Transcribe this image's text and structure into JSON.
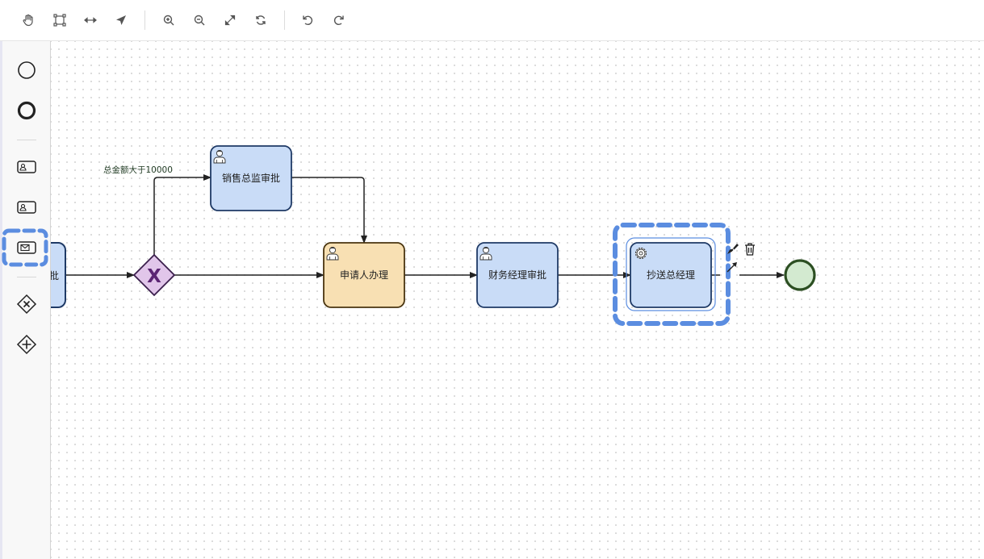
{
  "toolbar": {
    "tools": [
      "hand-tool",
      "lasso-tool",
      "space-tool",
      "global-connect-tool"
    ],
    "zoom": [
      "zoom-in",
      "zoom-out",
      "fit-view",
      "reset-view"
    ],
    "history": [
      "undo",
      "redo"
    ]
  },
  "palette": {
    "items": [
      "start-event",
      "end-event",
      "user-task",
      "user-task",
      "receive-task",
      "exclusive-gateway",
      "parallel-gateway"
    ]
  },
  "diagram": {
    "tasks": {
      "sales_director": "销售总监审批",
      "applicant": "申请人办理",
      "finance_manager": "财务经理审批",
      "cc_gm": "抄送总经理",
      "partial_left": "批"
    },
    "flow_condition": "总金额大于10000",
    "gateway_marker": "X"
  },
  "colors": {
    "task_blue_fill": "#c9dcf7",
    "task_orange_fill": "#f8e0b3",
    "gateway_fill": "#e1c6ea",
    "end_fill": "#d3ead0",
    "selection": "#5b8de0"
  }
}
